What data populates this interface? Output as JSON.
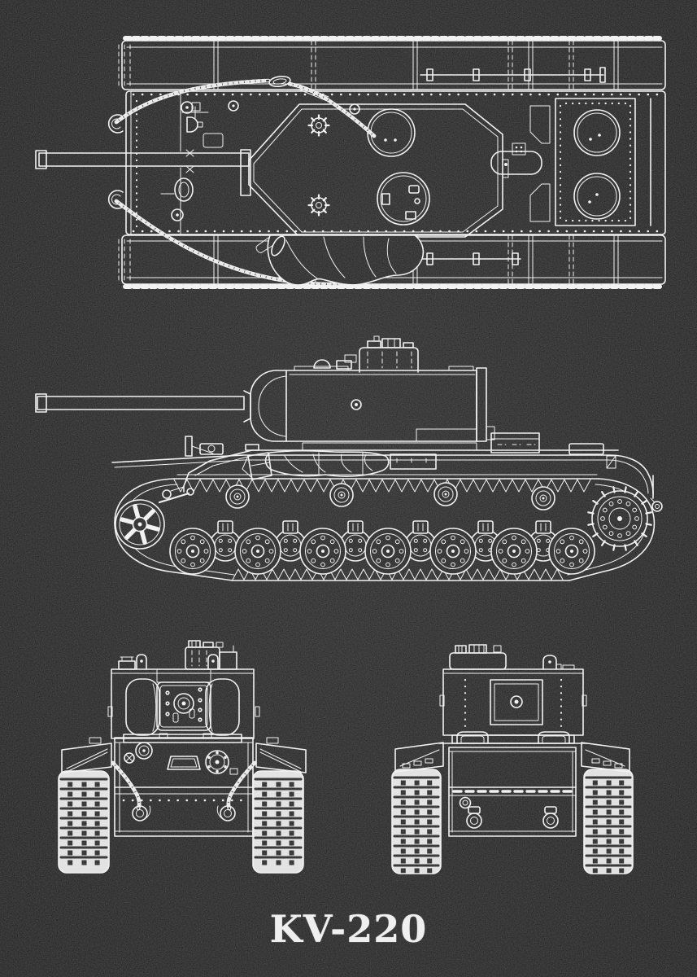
{
  "poster": {
    "title": "KV-220",
    "colors": {
      "background": "#0b0b0b",
      "line": "#efefef"
    },
    "drawings": {
      "top_view": "KV-220 tank top plan view",
      "side_view": "KV-220 tank left side profile view",
      "front_view": "KV-220 tank front view",
      "rear_view": "KV-220 tank rear view"
    }
  }
}
